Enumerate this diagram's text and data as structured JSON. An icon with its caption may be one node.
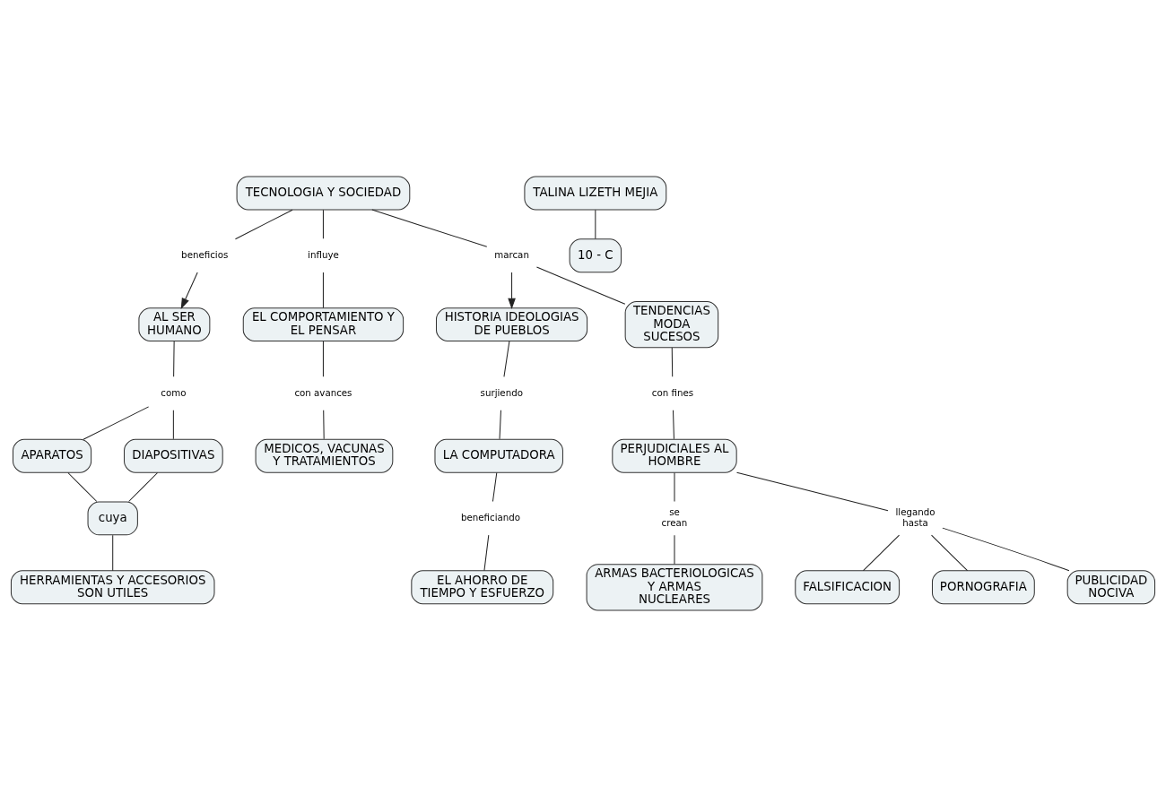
{
  "diagram": {
    "nodes": [
      {
        "text": [
          "AL SER HUMANO"
        ]
      },
      {
        "text": [
          "TECNOLOGIA Y SOCIEDAD"
        ]
      },
      {
        "text": [
          "beneficios"
        ]
      },
      {
        "text": [
          "como"
        ]
      },
      {
        "text": [
          "influye"
        ]
      },
      {
        "text": [
          "marcan"
        ]
      },
      {
        "text": [
          "HISTORIA IDEOLOGIAS DE PUEBLOS"
        ]
      },
      {
        "text": [
          "TENDENCIAS MODA SUCESOS"
        ]
      },
      {
        "text": [
          "APARATOS"
        ]
      },
      {
        "text": [
          "DIAPOSITIVAS"
        ]
      },
      {
        "text": [
          "EL COMPORTAMIENTO Y EL PENSAR"
        ]
      },
      {
        "text": [
          "surjiendo"
        ]
      },
      {
        "text": [
          "con fines"
        ]
      },
      {
        "text": [
          "cuya"
        ]
      },
      {
        "text": [
          "LA COMPUTADORA"
        ]
      },
      {
        "text": [
          "PERJUDICIALES AL HOMBRE"
        ]
      },
      {
        "text": [
          "con avances"
        ]
      },
      {
        "text": [
          "beneficiando"
        ]
      },
      {
        "text": [
          "HERRAMIENTAS Y ACCESORIOS SON UTILES"
        ]
      },
      {
        "text": [
          "MEDICOS, VACUNAS Y TRATAMIENTOS"
        ]
      },
      {
        "text": [
          "se crean"
        ]
      },
      {
        "text": [
          "EL AHORRO DE TIEMPO Y ESFUERZO"
        ]
      },
      {
        "text": [
          "llegando hasta"
        ]
      },
      {
        "text": [
          "FALSIFICACION"
        ]
      },
      {
        "text": [
          "TALINA LIZETH MEJIA"
        ]
      },
      {
        "text": [
          "ARMAS BACTERIOLOGICAS Y ARMAS NUCLEARES"
        ]
      },
      {
        "text": [
          "PORNOGRAFIA"
        ]
      },
      {
        "text": [
          "10 - C"
        ]
      },
      {
        "text": [
          "PUBLICIDAD NOCIVA"
        ]
      }
    ],
    "edges": [
      {
        "from": 1,
        "to": 2,
        "arrow": "none"
      },
      {
        "from": 2,
        "to": 0,
        "arrow": "to"
      },
      {
        "from": 0,
        "to": 3,
        "arrow": "none"
      },
      {
        "from": 3,
        "to": 8,
        "arrow": "none"
      },
      {
        "from": 3,
        "to": 9,
        "arrow": "none"
      },
      {
        "from": 8,
        "to": 13,
        "arrow": "none"
      },
      {
        "from": 9,
        "to": 13,
        "arrow": "none"
      },
      {
        "from": 13,
        "to": 18,
        "arrow": "none"
      },
      {
        "from": 1,
        "to": 4,
        "arrow": "none"
      },
      {
        "from": 4,
        "to": 10,
        "arrow": "none"
      },
      {
        "from": 10,
        "to": 16,
        "arrow": "none"
      },
      {
        "from": 16,
        "to": 19,
        "arrow": "none"
      },
      {
        "from": 1,
        "to": 5,
        "arrow": "none"
      },
      {
        "from": 5,
        "to": 7,
        "arrow": "none"
      },
      {
        "from": 5,
        "to": 6,
        "arrow": "to"
      },
      {
        "from": 7,
        "to": 12,
        "arrow": "none"
      },
      {
        "from": 12,
        "to": 15,
        "arrow": "none"
      },
      {
        "from": 15,
        "to": 22,
        "arrow": "none"
      },
      {
        "from": 15,
        "to": 20,
        "arrow": "none"
      },
      {
        "from": 22,
        "to": 23,
        "arrow": "none"
      },
      {
        "from": 22,
        "to": 26,
        "arrow": "none"
      },
      {
        "from": 22,
        "to": 28,
        "arrow": "none"
      },
      {
        "from": 20,
        "to": 25,
        "arrow": "none"
      },
      {
        "from": 6,
        "to": 11,
        "arrow": "none"
      },
      {
        "from": 11,
        "to": 14,
        "arrow": "none"
      },
      {
        "from": 14,
        "to": 17,
        "arrow": "none"
      },
      {
        "from": 17,
        "to": 21,
        "arrow": "none"
      },
      {
        "from": 24,
        "to": 27,
        "arrow": "none"
      }
    ]
  }
}
